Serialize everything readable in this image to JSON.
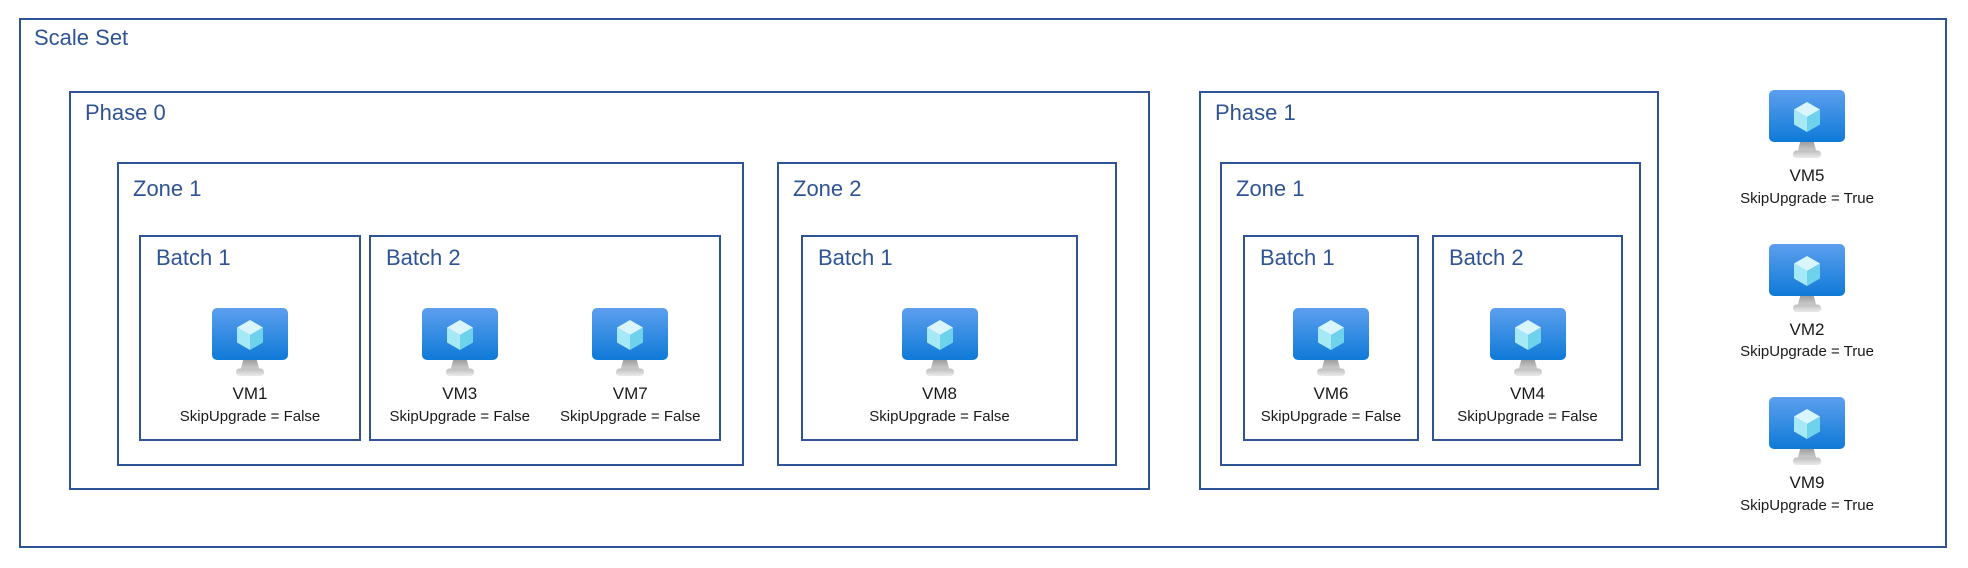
{
  "diagram": {
    "title": "Scale Set",
    "colors": {
      "border": "#2F5496",
      "label_text": "#2F5496",
      "vm_text": "#1A1A1A",
      "monitor_top": "#5C9FEE",
      "monitor_bottom": "#0F7AD7",
      "cube_top": "#D9F6FD",
      "cube_left": "#A5E8F6",
      "cube_right": "#6FD2EC"
    },
    "phases": [
      {
        "label": "Phase 0",
        "zones": [
          {
            "label": "Zone 1",
            "batches": [
              {
                "label": "Batch 1",
                "vms": [
                  {
                    "name": "VM1",
                    "skip_label": "SkipUpgrade = False"
                  }
                ]
              },
              {
                "label": "Batch 2",
                "vms": [
                  {
                    "name": "VM3",
                    "skip_label": "SkipUpgrade = False"
                  },
                  {
                    "name": "VM7",
                    "skip_label": "SkipUpgrade = False"
                  }
                ]
              }
            ]
          },
          {
            "label": "Zone 2",
            "batches": [
              {
                "label": "Batch 1",
                "vms": [
                  {
                    "name": "VM8",
                    "skip_label": "SkipUpgrade = False"
                  }
                ]
              }
            ]
          }
        ]
      },
      {
        "label": "Phase 1",
        "zones": [
          {
            "label": "Zone 1",
            "batches": [
              {
                "label": "Batch 1",
                "vms": [
                  {
                    "name": "VM6",
                    "skip_label": "SkipUpgrade = False"
                  }
                ]
              },
              {
                "label": "Batch 2",
                "vms": [
                  {
                    "name": "VM4",
                    "skip_label": "SkipUpgrade = False"
                  }
                ]
              }
            ]
          }
        ]
      }
    ],
    "standalone_vms": [
      {
        "name": "VM5",
        "skip_label": "SkipUpgrade = True"
      },
      {
        "name": "VM2",
        "skip_label": "SkipUpgrade = True"
      },
      {
        "name": "VM9",
        "skip_label": "SkipUpgrade = True"
      }
    ]
  }
}
